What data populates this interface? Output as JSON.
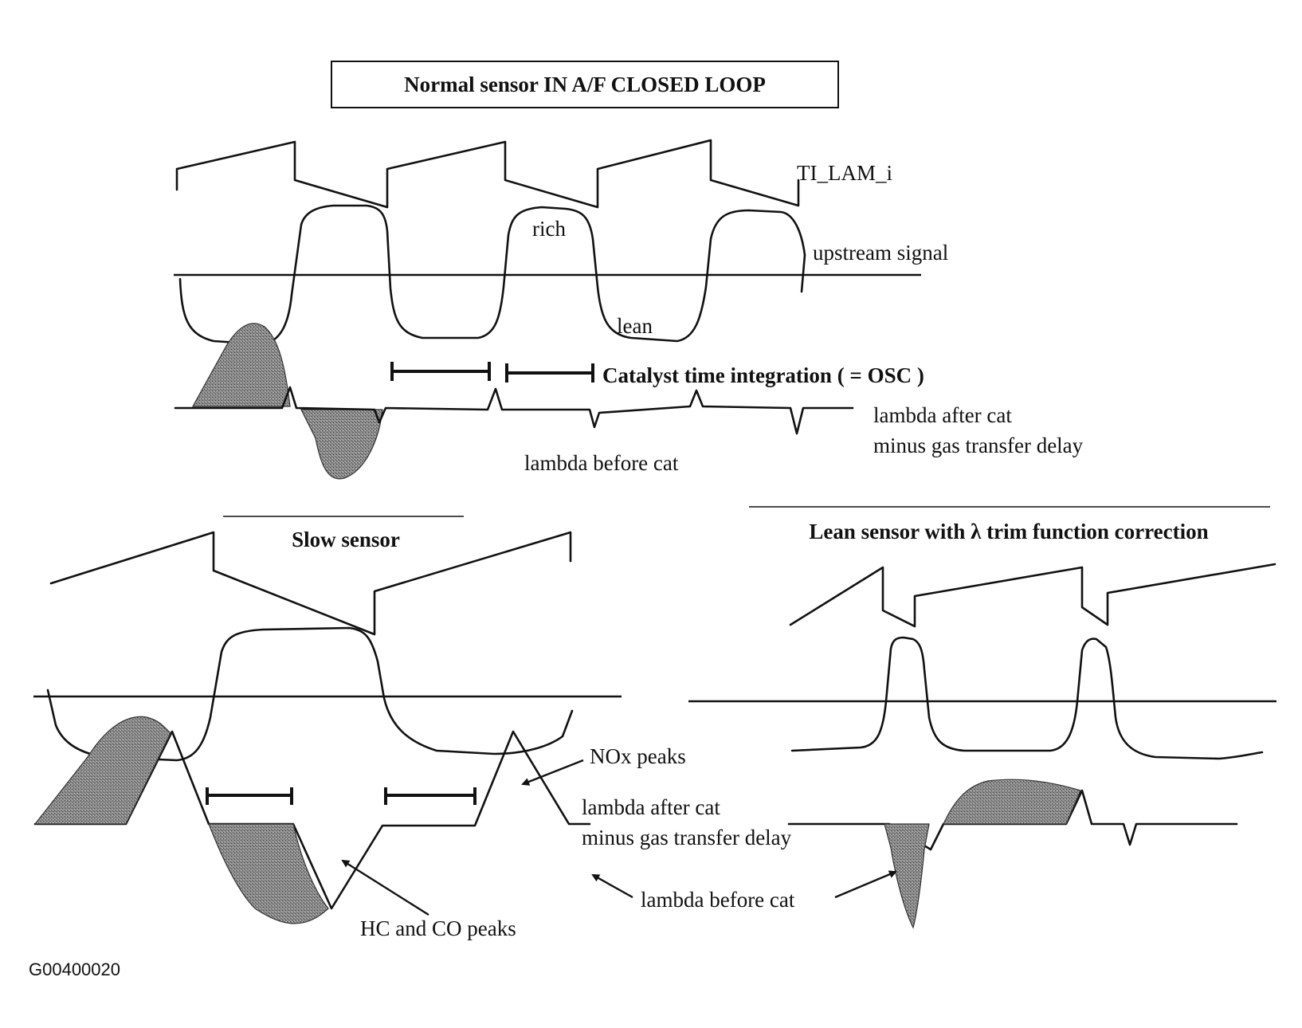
{
  "normal_panel": {
    "title": "Normal sensor IN A/F CLOSED LOOP",
    "ti_label": "TI_LAM_i",
    "upstream_label": "upstream signal",
    "rich_label": "rich",
    "lean_label": "lean",
    "catalyst_label": "Catalyst time integration ( = OSC )",
    "after_cat_line1": "lambda after cat",
    "after_cat_line2": "minus gas transfer delay",
    "before_cat_label": "lambda before cat"
  },
  "slow_panel": {
    "title": "Slow sensor",
    "nox_label": "NOx peaks",
    "after_cat_line1": "lambda after cat",
    "after_cat_line2": "minus gas transfer delay",
    "hc_co_label": "HC and CO peaks"
  },
  "lean_panel": {
    "title": "Lean  sensor with λ trim function correction",
    "before_cat_label": "lambda before cat"
  },
  "figure_code": "G00400020"
}
